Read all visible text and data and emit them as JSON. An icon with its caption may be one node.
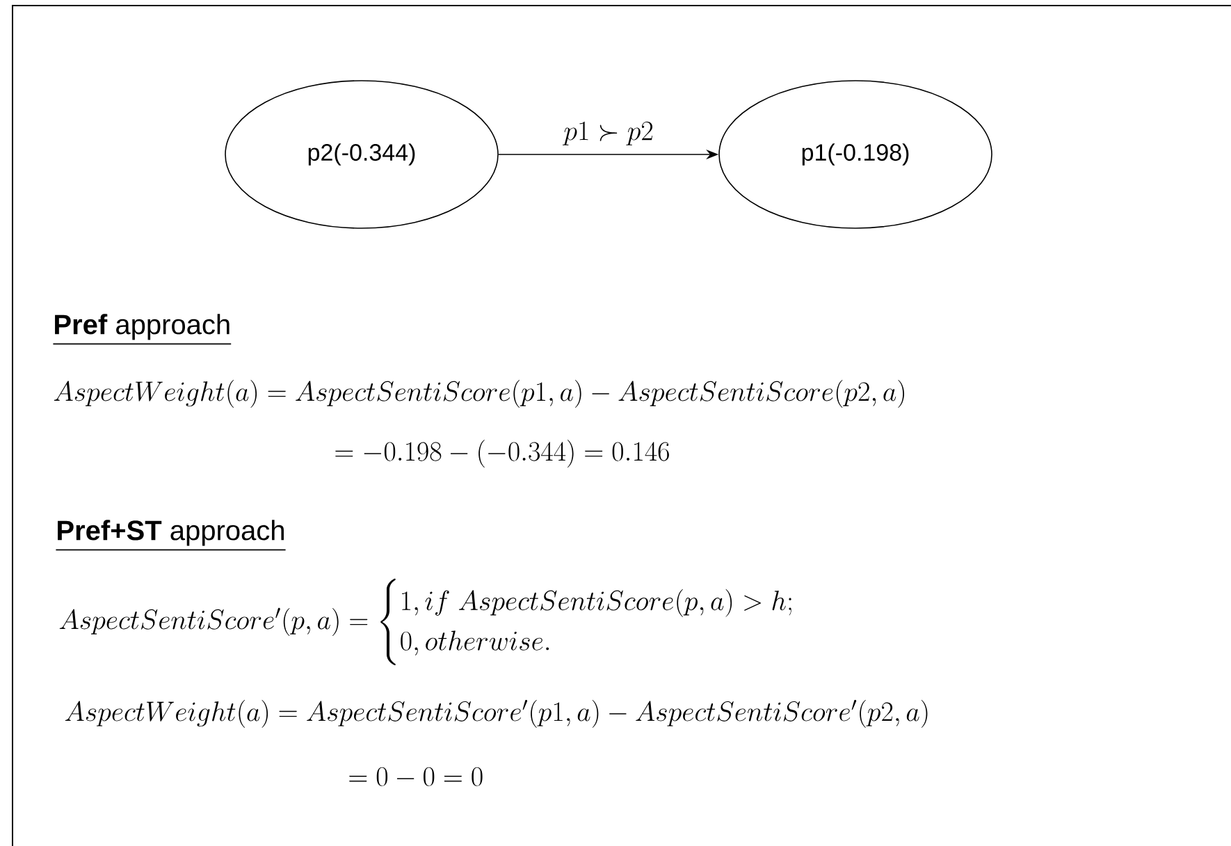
{
  "diagram": {
    "nodes": [
      {
        "text": [
          "p2(-0.344)"
        ]
      },
      {
        "text": [
          "p1(-0.198)"
        ]
      }
    ],
    "edges": [
      {
        "from": 0,
        "to": 1,
        "arrow": "to",
        "label": "p1 \\succ p2"
      }
    ],
    "labels": [
      "**Pref** approach",
      "AspectWeight(a) = AspectSentiScore(p1,a) - AspectSentiScore(p2,a)",
      "= -0.198 - (-0.344) = 0.146",
      "**Pref+ST** approach",
      "AspectSentiScore'(p,a) = \\begin{cases} 1, if\\ AspectSentiScore(p,a) > h; \\\\ 0, otherwise. \\end{cases}",
      "AspectWeight(a) = AspectSentiScore'(p1,a) - AspectSentiScore'(p2,a)",
      "= 0 - 0 = 0"
    ]
  }
}
